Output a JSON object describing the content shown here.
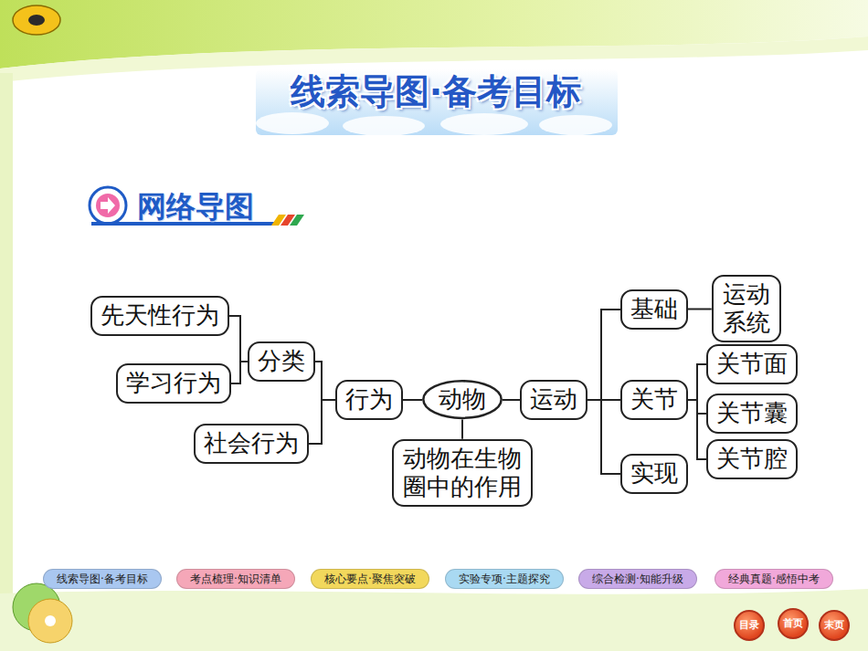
{
  "diagram": {
    "title": "线索导图·备考目标",
    "nodes": [
      {
        "text": [
          "先天性行为"
        ]
      },
      {
        "text": [
          "学习行为"
        ]
      },
      {
        "text": [
          "分类"
        ]
      },
      {
        "text": [
          "社会行为"
        ]
      },
      {
        "text": [
          "行为"
        ]
      },
      {
        "text": [
          "动物"
        ]
      },
      {
        "text": [
          "动物在生物圈中的作用"
        ]
      },
      {
        "text": [
          "运动"
        ]
      },
      {
        "text": [
          "基础"
        ]
      },
      {
        "text": [
          "运动系统"
        ]
      },
      {
        "text": [
          "关节"
        ]
      },
      {
        "text": [
          "关节面"
        ]
      },
      {
        "text": [
          "关节囊"
        ]
      },
      {
        "text": [
          "关节腔"
        ]
      },
      {
        "text": [
          "实现"
        ]
      },
      {
        "text": [
          "线索导图·备考目标"
        ]
      },
      {
        "text": [
          "考点梳理·知识清单"
        ]
      },
      {
        "text": [
          "核心要点·聚焦突破"
        ]
      },
      {
        "text": [
          "实验专项·主题探究"
        ]
      },
      {
        "text": [
          "综合检测·知能升级"
        ]
      },
      {
        "text": [
          "经典真题·感悟中考"
        ]
      },
      {
        "text": [
          "目录"
        ]
      },
      {
        "text": [
          "首页"
        ]
      },
      {
        "text": [
          "末页"
        ]
      }
    ],
    "edges": [
      {
        "from": 0,
        "to": 2,
        "arrow": "none"
      },
      {
        "from": 1,
        "to": 2,
        "arrow": "none"
      },
      {
        "from": 2,
        "to": 4,
        "arrow": "none"
      },
      {
        "from": 3,
        "to": 4,
        "arrow": "none"
      },
      {
        "from": 4,
        "to": 5,
        "arrow": "none"
      },
      {
        "from": 5,
        "to": 6,
        "arrow": "none"
      },
      {
        "from": 5,
        "to": 7,
        "arrow": "none"
      },
      {
        "from": 7,
        "to": 8,
        "arrow": "none"
      },
      {
        "from": 7,
        "to": 10,
        "arrow": "none"
      },
      {
        "from": 7,
        "to": 14,
        "arrow": "none"
      },
      {
        "from": 8,
        "to": 9,
        "arrow": "none"
      },
      {
        "from": 10,
        "to": 11,
        "arrow": "none"
      },
      {
        "from": 10,
        "to": 12,
        "arrow": "none"
      },
      {
        "from": 10,
        "to": 13,
        "arrow": "none"
      }
    ],
    "labels": [
      "网络导图"
    ]
  }
}
